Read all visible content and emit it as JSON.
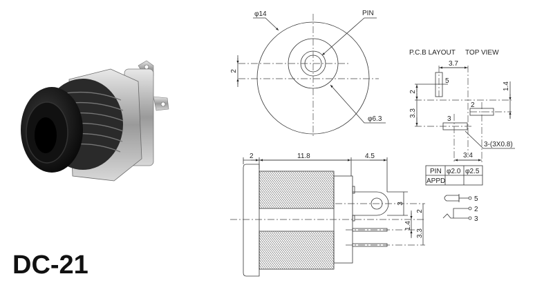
{
  "product": {
    "model": "DC-21"
  },
  "front_view": {
    "outer_diameter": "φ14",
    "pin_label": "PIN",
    "inner_diameter": "φ6.3",
    "offset": "2"
  },
  "pcb_layout": {
    "title": "P.C.B LAYOUT",
    "view": "TOP VIEW",
    "dims": {
      "top": "3.7",
      "left_upper": "2",
      "left_lower": "3.3",
      "right": "1.4",
      "bottom": "3.4"
    },
    "pads": [
      "5",
      "2",
      "3"
    ],
    "pad_note": "3-(3X0.8)"
  },
  "pin_table": {
    "headers": [
      "PIN",
      "φ2.0",
      "φ2.5"
    ],
    "rows": [
      [
        "APPD",
        "",
        ""
      ]
    ]
  },
  "schematic": {
    "terminals": [
      "5",
      "2",
      "3"
    ]
  },
  "side_view": {
    "dims_top": [
      "2",
      "11.8",
      "4.5"
    ],
    "dims_right": {
      "lug": "3",
      "center": "2",
      "pin_a": "1.4",
      "pin_b": "3.3"
    }
  }
}
